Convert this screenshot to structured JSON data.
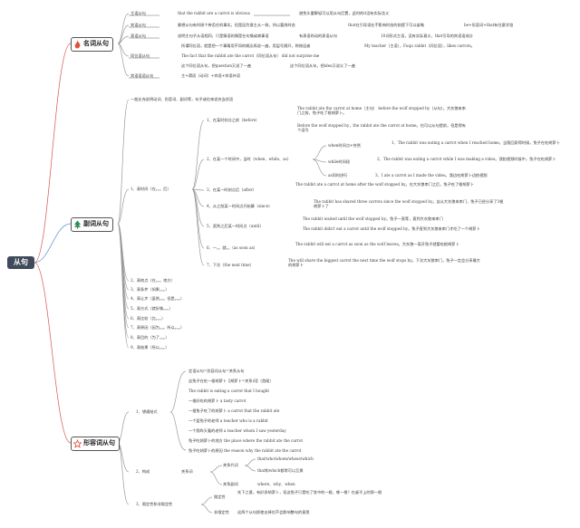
{
  "root": "从句",
  "noun": {
    "title": "名词从句",
    "subject": "主语从句",
    "subject_ex": "that the rabbit are a carrot is obvious",
    "subject_note": "避免头重脚轻可以用从句后置，此时的it没有实际含义",
    "object": "宾语从句",
    "object_n1": "最想从句有时接个带否任的事实，但是因为意主从一致，所以要改时态",
    "object_n2": "that在引导语在不影响时态的前提下可以省略",
    "object_n3": "be+形容词+that有往意学谊",
    "predicative": "表语从句",
    "predicative_n1": "说明主句子从语相同，只是情语的情是在句情或故事语",
    "predicative_n2": "有表语的动的表语从句",
    "predicative_n3": "10词形式主语，没有实际意义，that引导的宾语语成分",
    "appositive": "同位语从句",
    "appos_n1": "所谓同位语，就是把一个事情用不同的概念再说一遍，用层号隔开，称按逗者",
    "appos_n1b": "My teacher（主语），Fuqu rabbit（同位语），likes carrots。",
    "appos_n2": "The fact that the rabbit ate the carrot（同位语从句） did not surprise me",
    "appos_n3": "这个同位语从句，把question又说了一遍",
    "appos_n3b": "这个同位语从句，把idea又说义了一遍",
    "order": "宾语语语从句",
    "order_n": "主+谓语（动词）+宾语+宾语补语"
  },
  "adverb": {
    "title": "副词从句",
    "intro": "一般长充说明动词、形容词、副词等，句子或也来说充当状语",
    "time_label": "1、表时间（在。。。后）",
    "t1": "1、在某时刻点之前（before）",
    "t1_ex1": "The rabbit ate the carrot at home（主句） before the wolf stopped by（从句）。大灰狼来串门之前，兔子吃了根胡萝卜。",
    "t1_ex2": "Before the wolf stopped by，the rabbit ate the carrot at home。也可以从句提前，但是得有个逗号",
    "t2": "2、在某一个时间中，当时（when、while、as）",
    "t2_a": "when时间点+突然",
    "t2_a_ex": "1、The rabbit was eating a carrot when I reached home。当我回家得时候，兔子在吃胡萝卜",
    "t2_b": "while时间段",
    "t2_b_ex": "2、The rabbit was eating a carrot while I was making a video。我拍视频时候中，兔子在吃胡萝卜",
    "t2_c": "as同时进行",
    "t2_c_ex": "3、I ate a carrot as I made the video。我边吃胡萝卜边拍视频",
    "t3": "3、在某一时刻点后（after）",
    "t3_ex": "The rabbit ate a carrot at home after the wolf stopped by。在大灰狼串门之后，兔子吃了根胡萝卜",
    "t4": "4、从之前某一时间点开始算（since）",
    "t4_ex": "The rabbit has shared three carrots since the wolf stopped by。自从大灰狼来串门，兔子已经分享了3根胡萝卜了",
    "t5": "5、直到之后某一时间点（until）",
    "t5_ex1": "The rabbit waited until the wolf stopped by。兔子一直等，直到大灰狼来串门",
    "t5_ex2": "The rabbit didn't eat a carrot until the wolf stopped by。兔子直到大灰狼来串门才吃了一个胡萝卜",
    "t6": "6、一。。就。。（as soon as）",
    "t6_ex": "The rabbit will eat a carrot as soon as the wolf leaves。大灰狼一离开兔子就要吃根胡萝卜",
    "t7": "7、下次（the next time）",
    "t7_ex": "The will share the biggest carrot the next time the wolf stops by。下次大灰狼串门，兔子一定会分享最大的胡萝卜",
    "items": [
      "2、表地点（在。。。地方）",
      "3、表条件（如果。。。）",
      "4、表让步（虽然。。。但是。。。）",
      "5、表方式（就好像。。。）",
      "6、表比较（比。。。）",
      "7、表原因（因为。。。所以。。。）",
      "8、表目的（为了。。。）",
      "9、表结果（所以。。。）"
    ]
  },
  "adjective": {
    "title": "形容词从句",
    "basic": "1、想通结式",
    "b1": "定语从句=形容词从句=关系从句",
    "b2": "这兔子在吃一根胡萝卜【胡萝卜=关系词】（首尾）",
    "b3": "The rabbit is eating a carrot that I bought",
    "b4": "一根好吃的胡萝卜 a tasty carrot",
    "b5": "一根兔子吃了的胡萝卜 a carrot that the rabbit ate",
    "b6": "一个爱兔子的老师 a teacher who is a rabbit",
    "b7": "一个我昨天看的老师 a teacher whom I saw yesterday",
    "b8": "兔子吃胡萝卜的地方 the place where the rabbit ate the carrot",
    "b9": "兔子吃胡萝卜的原因 the reason why the rabbit ate the carrot",
    "struct": "2、构成",
    "rel": "关系词",
    "rel_pron": "关系代词",
    "rel_pron_a": "that/who/whom/whose/which",
    "rel_pron_b": "that和which都常可以互换",
    "rel_adv": "关系副词",
    "rel_adv_a": "where、why、when",
    "limit": "3、限定性和非限定性",
    "lim_a": "限定性",
    "lim_a_ex": "先下之意，有好多胡萝卜，但这兔子只是吃了其中的一根，哪一根？在桌子上的那一根",
    "lim_b": "非限定性",
    "lim_b_ex": "这两个从句即使去掉也不会影响整句的意思"
  },
  "colors": {
    "line_red": "#d9534f",
    "line_blue": "#5b8fd1",
    "line_gray": "#9a9a9a",
    "root_bg": "#3f4a5a"
  },
  "icons": {
    "noun": "fire-icon",
    "adverb": "tree-icon",
    "adjective": "star-icon"
  }
}
